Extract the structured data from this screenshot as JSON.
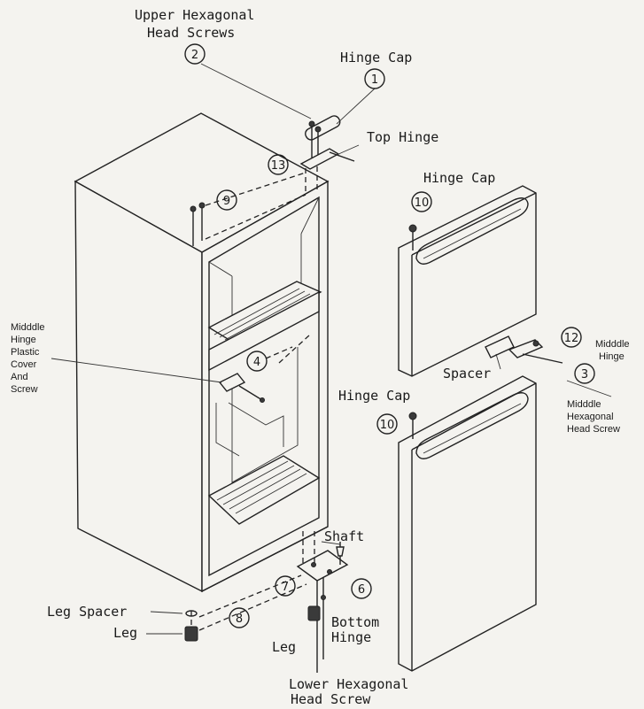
{
  "labels": {
    "upper_screws_1": "Upper Hexagonal",
    "upper_screws_2": "Head Screws",
    "hinge_cap_top": "Hinge Cap",
    "top_hinge": "Top Hinge",
    "hinge_cap_door1": "Hinge Cap",
    "hinge_cap_door2": "Hinge Cap",
    "middle_cover_1": "Midddle",
    "middle_cover_2": "Hinge",
    "middle_cover_3": "Plastic",
    "middle_cover_4": "Cover",
    "middle_cover_5": "And",
    "middle_cover_6": "Screw",
    "middle_hinge_1": "Midddle",
    "middle_hinge_2": "Hinge",
    "spacer": "Spacer",
    "middle_screw_1": "Midddle",
    "middle_screw_2": "Hexagonal",
    "middle_screw_3": "Head Screw",
    "shaft": "Shaft",
    "leg_spacer": "Leg Spacer",
    "leg_left": "Leg",
    "leg_bottom": "Leg",
    "bottom_hinge_1": "Bottom",
    "bottom_hinge_2": "Hinge",
    "lower_screw_1": "Lower Hexagonal",
    "lower_screw_2": "Head Screw"
  },
  "callouts": {
    "c1": "1",
    "c2": "2",
    "c3": "3",
    "c4": "4",
    "c6": "6",
    "c7": "7",
    "c8": "8",
    "c9": "9",
    "c10a": "10",
    "c10b": "10",
    "c12": "12",
    "c13": "13"
  }
}
